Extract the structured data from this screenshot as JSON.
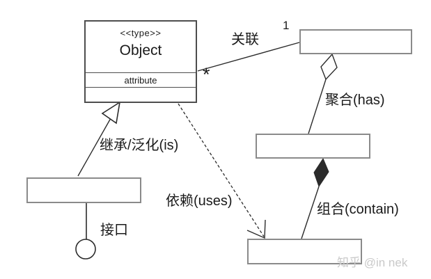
{
  "diagram": {
    "title_hint": "UML relationship legend",
    "class_box": {
      "stereotype": "<<type>>",
      "name": "Object",
      "attribute": "attribute"
    },
    "labels": {
      "association": "关联",
      "multiplicity_one": "1",
      "multiplicity_many": "*",
      "aggregation": "聚合(has)",
      "inheritance": "继承/泛化(is)",
      "dependency": "依赖(uses)",
      "composition": "组合(contain)",
      "interface": "接口"
    },
    "watermark": "知乎 @in nek",
    "colors": {
      "line": "#2b2b2b",
      "box_border": "#8a8a8a",
      "class_border": "#4d4d4d",
      "text": "#1a1a1a",
      "watermark": "#c9c9c9",
      "background": "#ffffff"
    }
  }
}
